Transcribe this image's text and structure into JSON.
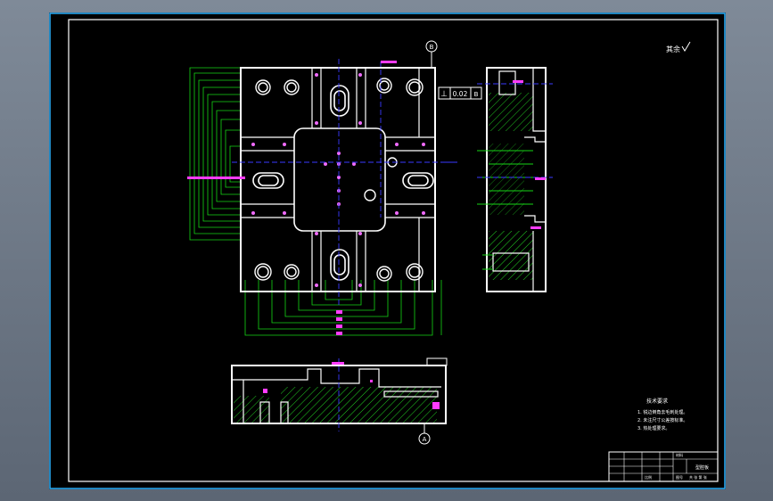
{
  "drawing": {
    "tolerance_value": "0.02",
    "datum_label_a": "A",
    "datum_label_b": "B",
    "surface_note": "其余",
    "tech_requirements_title": "技术要求",
    "tech_requirements": [
      "1. 锐边倒角去毛刺处理。",
      "2. 未注尺寸公差按标准。",
      "3. 热处理要求。"
    ],
    "title_block": {
      "part_name": "型腔板",
      "material": "材料",
      "scale": "比例",
      "drawing_no": "图号",
      "sheet": "共 张 第 张"
    }
  }
}
